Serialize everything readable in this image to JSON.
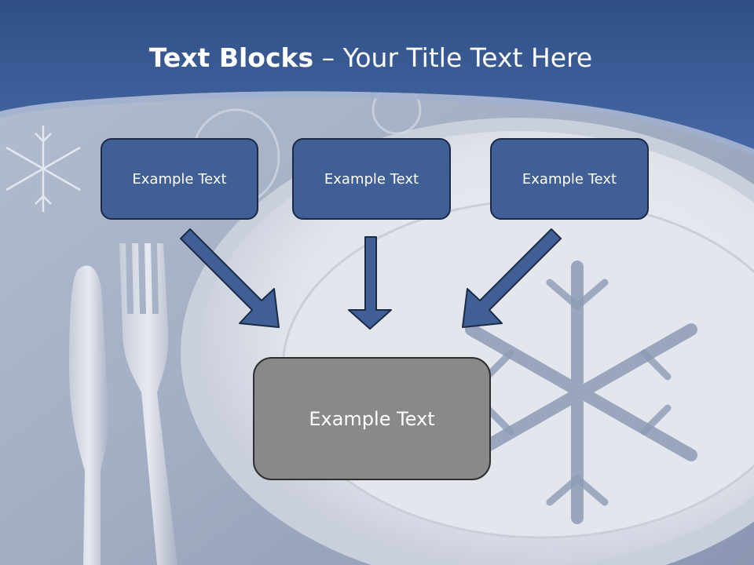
{
  "slide": {
    "title_bold": "Text Blocks",
    "title_rest": " – Your Title Text Here",
    "blocks": [
      {
        "label": "Example Text"
      },
      {
        "label": "Example Text"
      },
      {
        "label": "Example Text"
      }
    ],
    "main_block": {
      "label": "Example Text"
    }
  },
  "colors": {
    "header_blue": "#3d5f98",
    "block_fill": "#3f5f96",
    "main_block_fill": "#898989",
    "arrow_fill": "#3f5f96"
  }
}
